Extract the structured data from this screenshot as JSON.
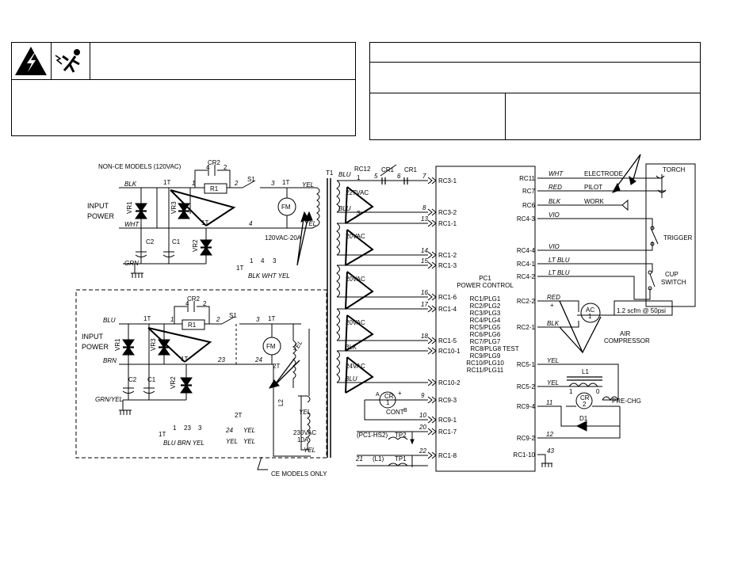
{
  "warning_panel": {
    "icons": [
      "electric-shock-hazard-icon",
      "shock-person-icon"
    ]
  },
  "schematic": {
    "noce": {
      "title": "NON-CE MODELS (120VAC)",
      "input_power": [
        "INPUT",
        "POWER"
      ],
      "wires": {
        "blk": "BLK",
        "wht": "WHT",
        "grn": "GRN"
      },
      "comps": {
        "vr1": "VR1",
        "vr3": "VR3",
        "vr2": "VR2",
        "c2": "C2",
        "c1": "C1",
        "r1": "R1",
        "cr2": "CR2",
        "s1": "S1",
        "fm": "FM"
      },
      "nodes": {
        "t1a": "1T",
        "t1b": "1T",
        "t1c": "1T",
        "n1": "1",
        "n2": "2",
        "n3": "3",
        "n4": "4",
        "c4": "4",
        "c2n": "2"
      },
      "right_wires": {
        "yel1": "YEL",
        "yel2": "YEL"
      },
      "rating": "120VAC-20A",
      "term_nums": [
        "1",
        "4",
        "3"
      ],
      "term_label": "1T",
      "term_colors": "BLK WHT YEL"
    },
    "ce": {
      "input_power": [
        "INPUT",
        "POWER"
      ],
      "wires": {
        "blu": "BLU",
        "brn": "BRN",
        "grnyel": "GRN/YEL"
      },
      "comps": {
        "vr1": "VR1",
        "vr3": "VR3",
        "vr2": "VR2",
        "c2": "C2",
        "c1": "C1",
        "r1": "R1",
        "cr2": "CR2",
        "s1": "S1",
        "fm": "FM",
        "l2": "L2"
      },
      "nodes": {
        "t1a": "1T",
        "t1b": "1T",
        "t1c": "1T",
        "n1": "1",
        "n2": "2",
        "n3": "3",
        "n23": "23",
        "n24": "24",
        "t2": "2T",
        "c4": "4",
        "c2n": "2"
      },
      "yel": [
        "YEL",
        "YEL",
        "YEL"
      ],
      "rating": [
        "230VAC",
        "10A"
      ],
      "term_row1": [
        "1",
        "23",
        "3"
      ],
      "term_1t": "1T",
      "term_colors": "BLU BRN YEL",
      "t2_label": "2T",
      "t2_rows": [
        [
          "24",
          "YEL"
        ],
        [
          "YEL",
          "YEL"
        ]
      ],
      "footer": "CE MODELS ONLY"
    },
    "transformer": {
      "name": "T1",
      "windings": [
        "227VAC",
        "20VAC",
        "20VAC",
        "20VAC",
        "24VAC"
      ],
      "w1_wires": {
        "blu_top": "BLU",
        "blu_bot": "BLU"
      },
      "w1_nodes": {
        "n1": "1",
        "n5": "5",
        "n6": "6",
        "n7": "7",
        "n8": "8",
        "n3": "3"
      },
      "rc12": "RC12",
      "cr1a": "CR1",
      "cr1b": "CR1",
      "nums": [
        "13",
        "14",
        "15",
        "16",
        "17",
        "18"
      ],
      "blk": "BLK",
      "blu": "BLU"
    },
    "pc1": {
      "name": "PC1",
      "desc": "POWER CONTROL",
      "plugs": [
        "RC1/PLG1",
        "RC2/PLG2",
        "RC3/PLG3",
        "RC4/PLG4",
        "RC5/PLG5",
        "RC6/PLG6",
        "RC7/PLG7",
        "RC8/PLG8 TEST",
        "RC9/PLG9",
        "RC10/PLG10",
        "RC11/PLG11"
      ],
      "left_pins": [
        "RC3-1",
        "RC3-2",
        "RC1-1",
        "RC1-2",
        "RC1-3",
        "RC1-6",
        "RC1-4",
        "RC1-5",
        "RC10-1",
        "RC10-2",
        "RC9-3",
        "RC9-1",
        "RC1-7",
        "RC1-8"
      ],
      "right_pins": [
        "RC11",
        "RC7",
        "RC6",
        "RC4-3",
        "RC4-4",
        "RC4-1",
        "RC4-2",
        "RC2-2",
        "RC2-1",
        "RC5-1",
        "RC5-2",
        "RC9-4",
        "RC9-2",
        "RC1-10"
      ]
    },
    "left_misc": {
      "n9": "9",
      "n10": "10",
      "n20": "20",
      "n21": "21",
      "n22": "22",
      "cr1": "CR",
      "cr1_num": "1",
      "cont": "CONT",
      "a": "A",
      "b": "B",
      "plus": "+",
      "tp2": "(PC1-HS2)",
      "tp2_name": "TP2",
      "tp1": "(L1)",
      "tp1_name": "TP1"
    },
    "right_side": {
      "wires": [
        "WHT",
        "RED",
        "BLK",
        "VIO",
        "VIO",
        "LT BLU",
        "LT BLU",
        "RED",
        "BLK",
        "YEL",
        "YEL"
      ],
      "electrode": "ELECTRODE",
      "pilot": "PILOT",
      "work": "WORK",
      "torch": "TORCH",
      "trigger": "TRIGGER",
      "cup_switch": [
        "CUP",
        "SWITCH"
      ],
      "air_flow": "1.2 scfm @ 50psi",
      "ac": "AC",
      "ac_num": "1",
      "air_comp": [
        "AIR",
        "COMPRESSOR"
      ],
      "l1": "L1",
      "d1": "D1",
      "cr2": "CR",
      "cr2_num": "2",
      "n11": "11",
      "n12": "12",
      "n43": "43",
      "n1": "1",
      "n0": "0",
      "pre_chg": "PRE-CHG",
      "plus": "+"
    }
  }
}
